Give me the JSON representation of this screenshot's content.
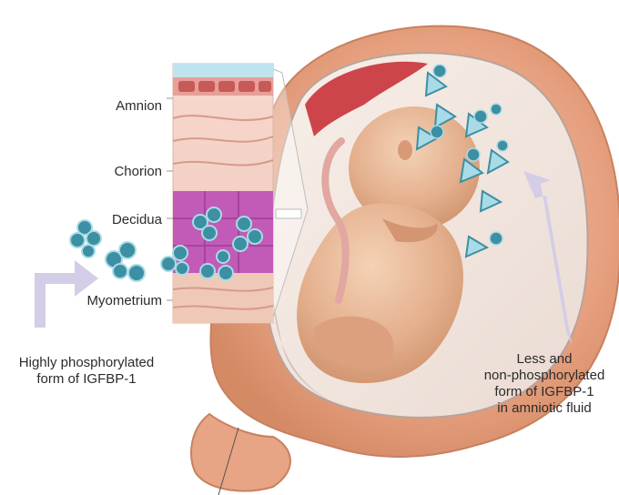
{
  "layers": [
    {
      "label": "Amnion"
    },
    {
      "label": "Chorion"
    },
    {
      "label": "Decidua"
    },
    {
      "label": "Myometrium"
    }
  ],
  "captions": {
    "left_line1": "Highly phosphorylated",
    "left_line2": "form of IGFBP-1",
    "right_line1": "Less and",
    "right_line2": "non-phosphorylated",
    "right_line3": "form of IGFBP-1",
    "right_line4": "in amniotic fluid"
  },
  "colors": {
    "molecule": "#3d8fa3",
    "molecule_light": "#a9dbe6",
    "decidua": "#c25ab8",
    "uterus": "#e8a98a",
    "arrow": "#d4cde8",
    "fetus": "#e4b08e"
  }
}
